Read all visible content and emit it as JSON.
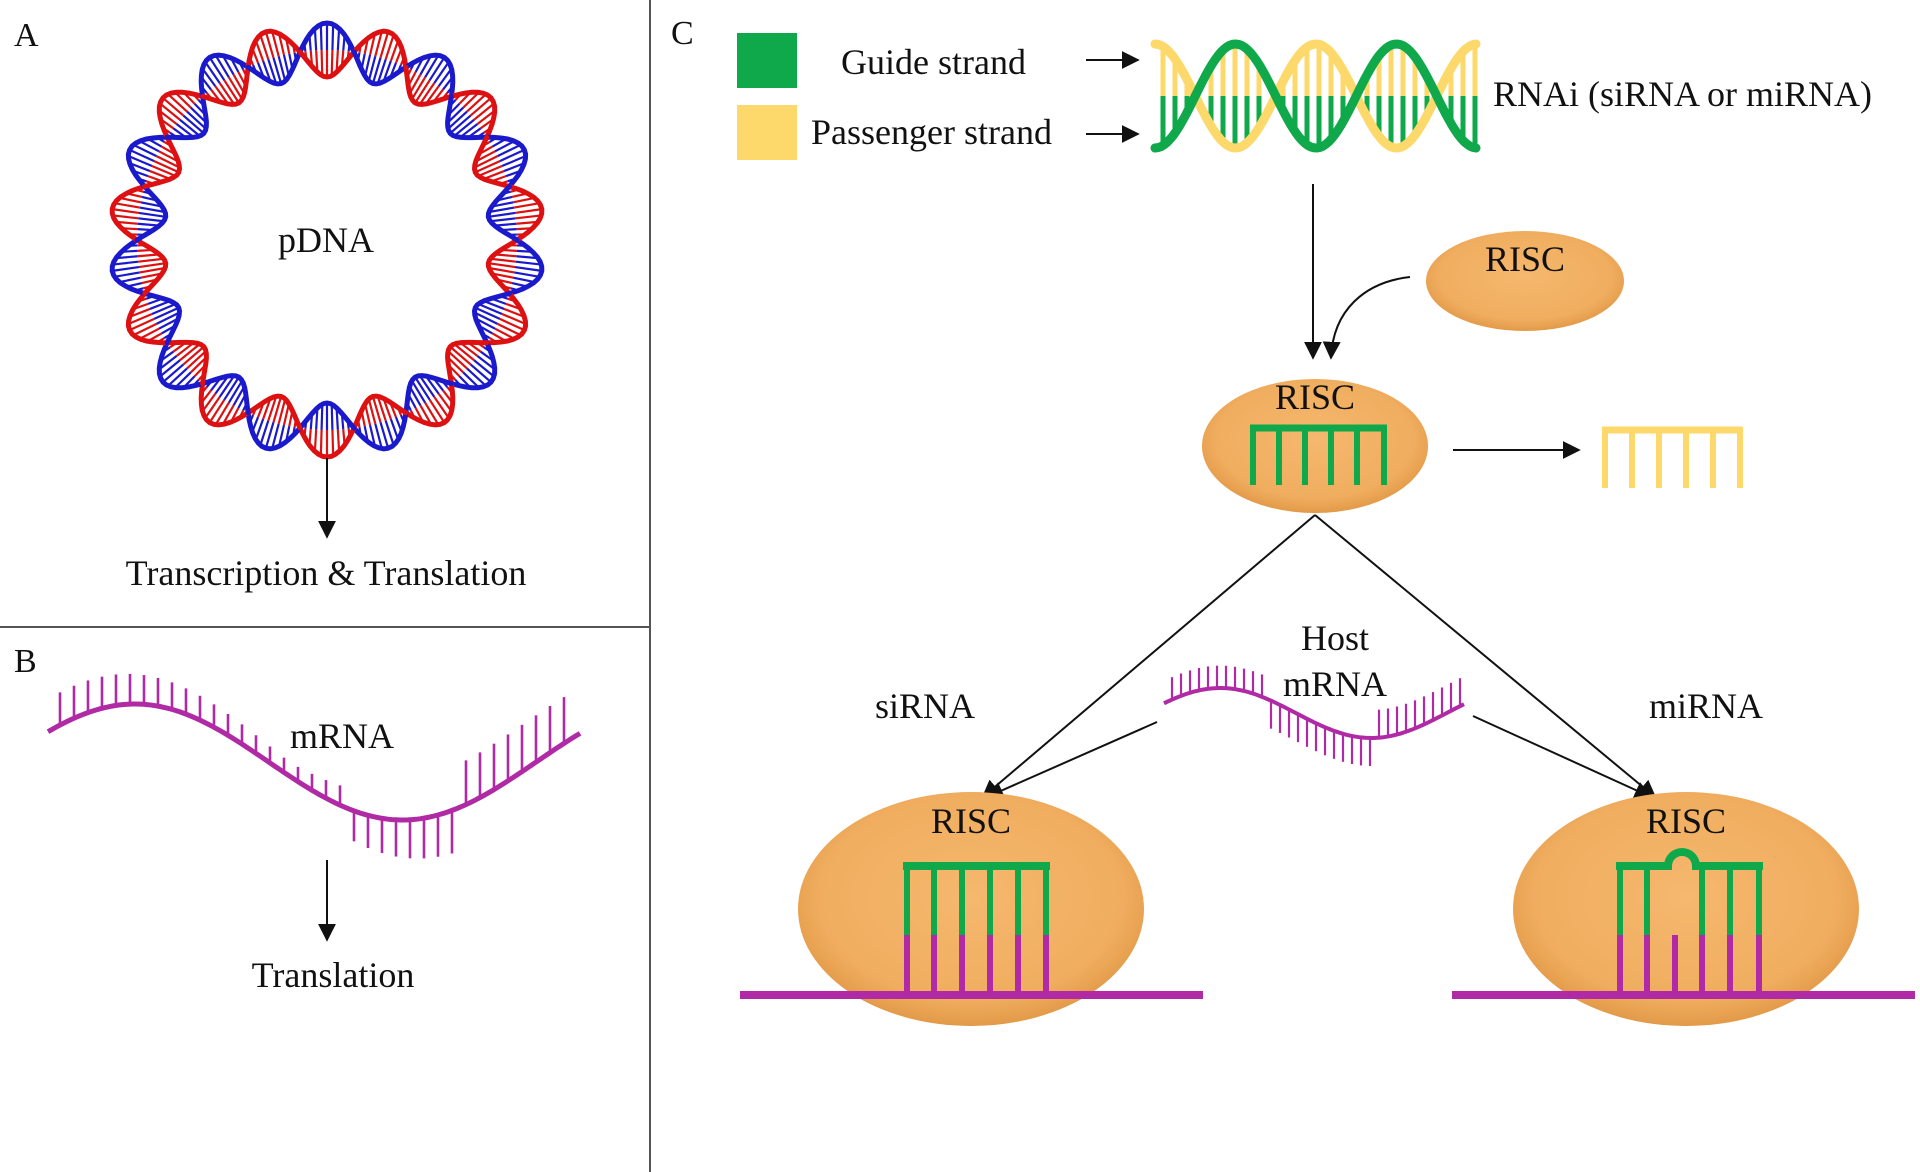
{
  "panels": {
    "a": {
      "letter": "A",
      "center_label": "pDNA",
      "caption": "Transcription & Translation",
      "strand_colors": [
        "#1a1acc",
        "#dd1111"
      ]
    },
    "b": {
      "letter": "B",
      "strand_label": "mRNA",
      "caption": "Translation",
      "strand_color": "#b02aa6"
    },
    "c": {
      "letter": "C",
      "legend": [
        {
          "label": "Guide strand",
          "color": "#0fa84a"
        },
        {
          "label": "Passenger strand",
          "color": "#fcd96a"
        }
      ],
      "duplex_label": "RNAi (siRNA or miRNA)",
      "risc_label": "RISC",
      "host_label_line1": "Host",
      "host_label_line2": "mRNA",
      "left_pathway": "siRNA",
      "right_pathway": "miRNA",
      "risc_color": "#f2b066"
    }
  }
}
